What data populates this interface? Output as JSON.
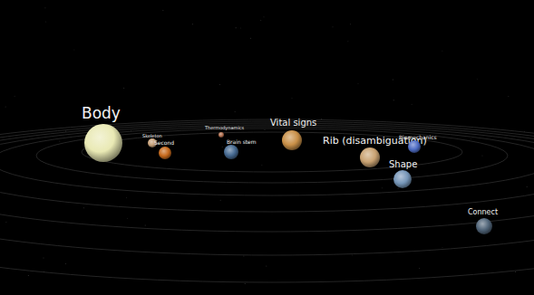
{
  "diagram": {
    "nodes": [
      {
        "text": [
          "Body"
        ]
      },
      {
        "text": [
          "Skeleton"
        ]
      },
      {
        "text": [
          "Second"
        ]
      },
      {
        "text": [
          "Thermodynamics"
        ]
      },
      {
        "text": [
          "Brain stem"
        ]
      },
      {
        "text": [
          "Vital signs"
        ]
      },
      {
        "text": [
          "Rib (disambiguation)"
        ]
      },
      {
        "text": [
          "Biomechanics"
        ]
      },
      {
        "text": [
          "Shape"
        ]
      },
      {
        "text": [
          "Connect"
        ]
      }
    ]
  }
}
